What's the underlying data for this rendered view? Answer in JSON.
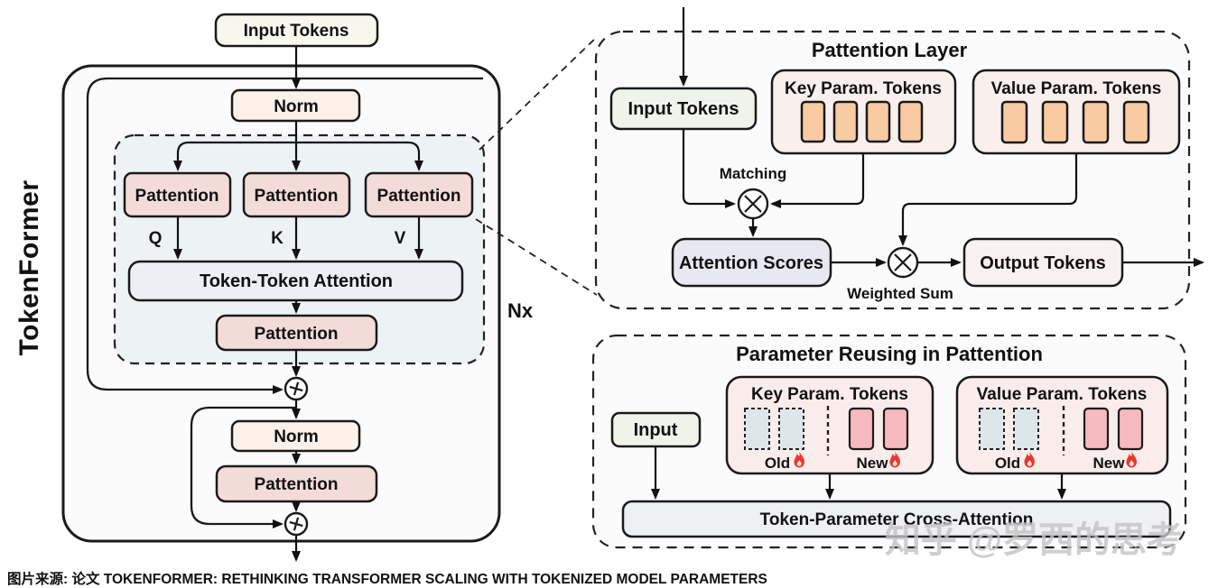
{
  "caption": "图片来源: 论文 TOKENFORMER: RETHINKING TRANSFORMER SCALING WITH TOKENIZED MODEL PARAMETERS",
  "watermark": "知乎 @罗西的思考",
  "left_diagram": {
    "title": "TokenFormer",
    "repeat_label": "Nx",
    "input_tokens": "Input Tokens",
    "norm": "Norm",
    "pattention": "Pattention",
    "q": "Q",
    "k": "K",
    "v": "V",
    "token_token_attention": "Token-Token Attention"
  },
  "pattention_layer": {
    "title": "Pattention Layer",
    "input_tokens": "Input Tokens",
    "key_param_tokens": "Key Param. Tokens",
    "value_param_tokens": "Value Param. Tokens",
    "matching": "Matching",
    "attention_scores": "Attention Scores",
    "weighted_sum": "Weighted Sum",
    "output_tokens": "Output Tokens"
  },
  "parameter_reusing": {
    "title": "Parameter Reusing in Pattention",
    "input": "Input",
    "key_param_tokens": "Key Param. Tokens",
    "value_param_tokens": "Value Param. Tokens",
    "old": "Old",
    "new": "New",
    "cross_attention": "Token-Parameter Cross-Attention"
  },
  "colors": {
    "pattention_pink": "#f3dcd8",
    "norm_cream": "#fbf1e9",
    "input_cream": "#f8f7ee",
    "input_green": "#eff4ea",
    "attention_lavender": "#eceff4",
    "scores_lavender": "#e7e8f1",
    "param_box_pink": "#f9efec",
    "token_orange": "#f9cba2",
    "old_token_gray": "#dde6ea",
    "new_token_pink": "#f6b9bd",
    "flame_red": "#e8392e",
    "qkv_block_teal": "#edf3f4",
    "output_pink": "#f9f1ef",
    "cross_attention_fill": "#eef0f4",
    "watermark_gray": "#c4c4c4"
  }
}
